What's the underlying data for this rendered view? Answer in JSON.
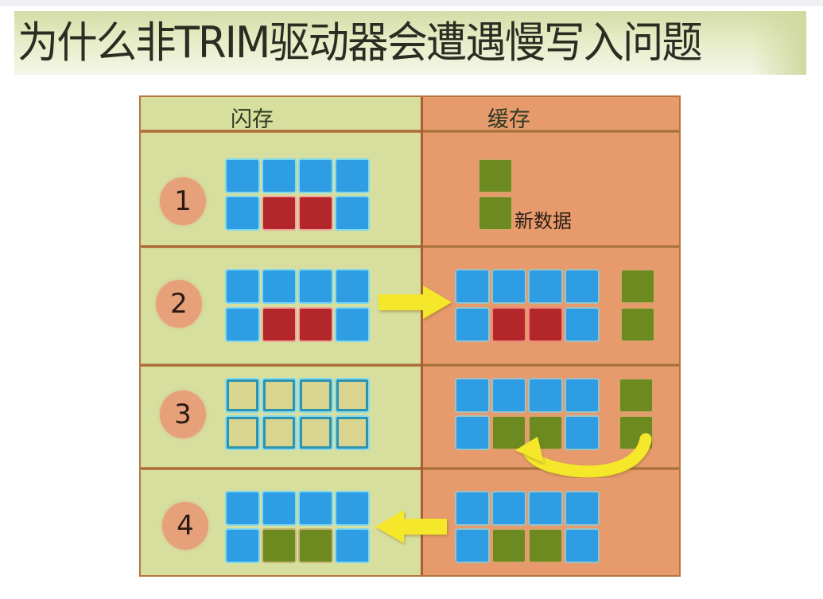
{
  "title": "为什么非TRIM驱动器会遭遇慢写入问题",
  "table": {
    "headers": {
      "flash": "闪存",
      "cache": "缓存"
    },
    "new_data_label": "新数据",
    "colors": {
      "flash_bg": "#d7df9f",
      "cache_bg": "#e79a6c",
      "valid_block": "#2f9de3",
      "stale_block": "#b3272a",
      "new_block": "#6c8a20",
      "arrow": "#f5e82a",
      "border": "#b5753f"
    },
    "rows": [
      {
        "step": "1",
        "flash": [
          [
            "blue",
            "blue",
            "blue",
            "blue"
          ],
          [
            "blue",
            "red",
            "red",
            "blue"
          ]
        ],
        "cache": {
          "grid": null,
          "extra": [
            "green",
            "green"
          ]
        },
        "arrow": null
      },
      {
        "step": "2",
        "flash": [
          [
            "blue",
            "blue",
            "blue",
            "blue"
          ],
          [
            "blue",
            "red",
            "red",
            "blue"
          ]
        ],
        "cache": {
          "grid": [
            [
              "blue",
              "blue",
              "blue",
              "blue"
            ],
            [
              "blue",
              "red",
              "red",
              "blue"
            ]
          ],
          "extra": [
            "green",
            "green"
          ]
        },
        "arrow": "flash-to-cache"
      },
      {
        "step": "3",
        "flash": [
          [
            "empty",
            "empty",
            "empty",
            "empty"
          ],
          [
            "empty",
            "empty",
            "empty",
            "empty"
          ]
        ],
        "cache": {
          "grid": [
            [
              "blue",
              "blue",
              "blue",
              "blue"
            ],
            [
              "blue",
              "green",
              "green",
              "blue"
            ]
          ],
          "extra": [
            "green",
            "green"
          ]
        },
        "arrow": "merge-into-grid"
      },
      {
        "step": "4",
        "flash": [
          [
            "blue",
            "blue",
            "blue",
            "blue"
          ],
          [
            "blue",
            "green",
            "green",
            "blue"
          ]
        ],
        "cache": {
          "grid": [
            [
              "blue",
              "blue",
              "blue",
              "blue"
            ],
            [
              "blue",
              "green",
              "green",
              "blue"
            ]
          ],
          "extra": null
        },
        "arrow": "cache-to-flash"
      }
    ]
  }
}
